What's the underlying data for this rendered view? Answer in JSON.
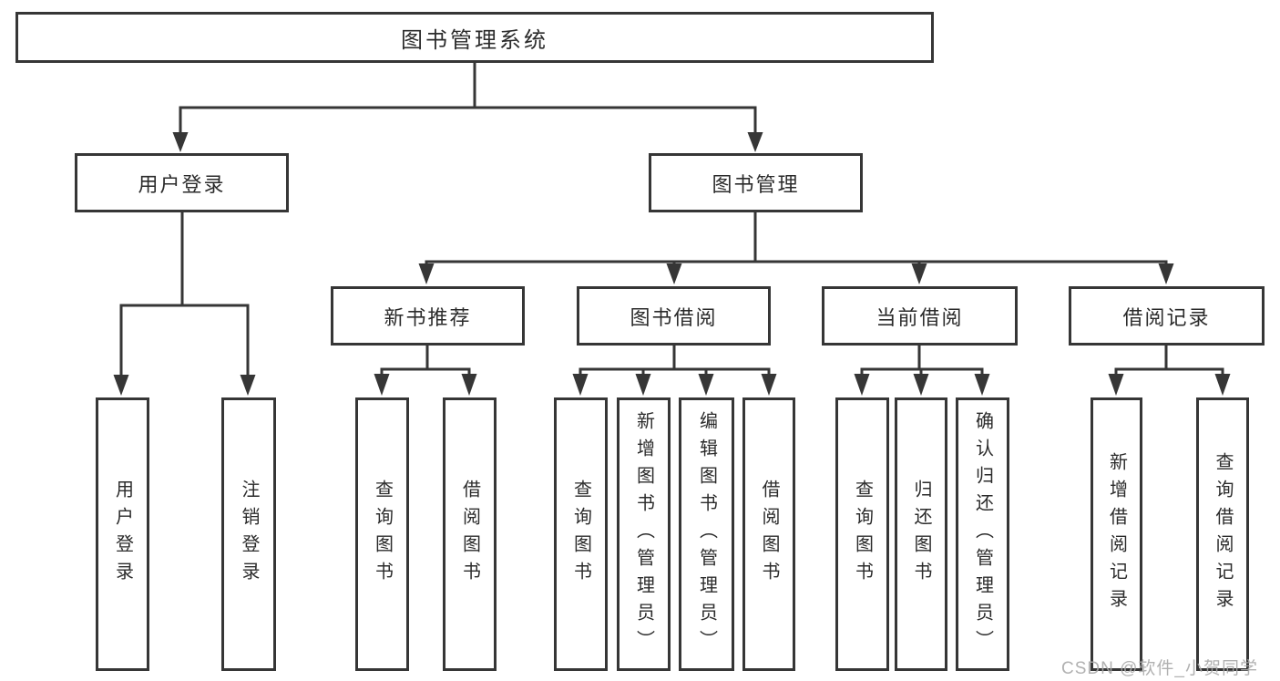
{
  "diagram": {
    "title": "图书管理系统",
    "level2": [
      {
        "label": "用户登录"
      },
      {
        "label": "图书管理"
      }
    ],
    "level3": [
      {
        "label": "新书推荐"
      },
      {
        "label": "图书借阅"
      },
      {
        "label": "当前借阅"
      },
      {
        "label": "借阅记录"
      }
    ],
    "leaves": {
      "user_login": [
        "用户登录",
        "注销登录"
      ],
      "new_book": [
        "查询图书",
        "借阅图书"
      ],
      "book_borrow": [
        "查询图书",
        "新增图书（管理员）",
        "编辑图书（管理员）",
        "借阅图书"
      ],
      "current_borrow": [
        "查询图书",
        "归还图书",
        "确认归还（管理员）"
      ],
      "borrow_record": [
        "新增借阅记录",
        "查询借阅记录"
      ]
    }
  },
  "watermark": "CSDN @软件_小贺同学",
  "colors": {
    "line": "#363636",
    "text": "#2b2b2b",
    "watermark": "#a9a9a9",
    "background": "#ffffff"
  }
}
